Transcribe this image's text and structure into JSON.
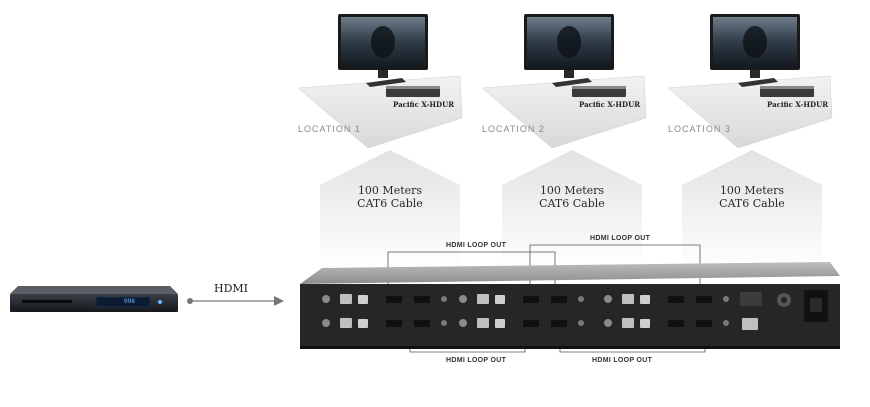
{
  "locations": [
    {
      "label": "LOCATION 1",
      "receiver": "Pacific X-HDUR",
      "cable": [
        "100 Meters",
        "CAT6 Cable"
      ]
    },
    {
      "label": "LOCATION 2",
      "receiver": "Pacific X-HDUR",
      "cable": [
        "100 Meters",
        "CAT6 Cable"
      ]
    },
    {
      "label": "LOCATION 3",
      "receiver": "Pacific X-HDUR",
      "cable": [
        "100 Meters",
        "CAT6 Cable"
      ]
    }
  ],
  "source_link": "HDMI",
  "player_display": "098",
  "loop_out_top": [
    "HDMI LOOP OUT",
    "HDMI LOOP OUT"
  ],
  "loop_out_bottom": [
    "HDMI LOOP OUT",
    "HDMI LOOP OUT"
  ],
  "colors": {
    "arrow": "#e4e4e4",
    "platform": "#e9e9e9",
    "chassis": "#2b2b2b"
  }
}
